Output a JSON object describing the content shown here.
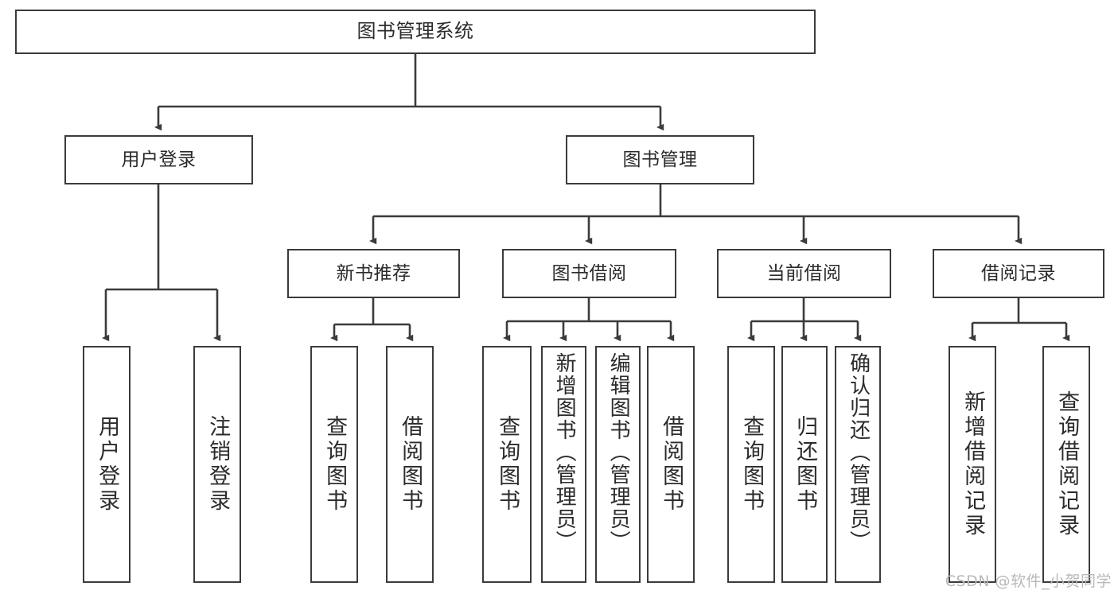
{
  "diagram": {
    "title": "图书管理系统",
    "type": "tree",
    "watermark": "CSDN @软件_小贺同学",
    "colors": {
      "stroke": "#3b3b3b",
      "fill": "#ffffff",
      "text": "#2b2b2b",
      "watermark": "#b9b9b9"
    },
    "nodes": {
      "root": {
        "label": "图书管理系统"
      },
      "level2": [
        {
          "id": "user-login",
          "label": "用户登录"
        },
        {
          "id": "book-management",
          "label": "图书管理"
        }
      ],
      "level3": [
        {
          "id": "new-book-recommend",
          "label": "新书推荐"
        },
        {
          "id": "book-borrow",
          "label": "图书借阅"
        },
        {
          "id": "current-borrow",
          "label": "当前借阅"
        },
        {
          "id": "borrow-record",
          "label": "借阅记录"
        }
      ],
      "leaves": {
        "user_login": [
          {
            "id": "leaf-user-login",
            "label": "用户登录"
          },
          {
            "id": "leaf-logout-login",
            "label": "注销登录"
          }
        ],
        "new_book_recommend": [
          {
            "id": "leaf-query-book-1",
            "label": "查询图书"
          },
          {
            "id": "leaf-borrow-book-1",
            "label": "借阅图书"
          }
        ],
        "book_borrow": [
          {
            "id": "leaf-query-book-2",
            "label": "查询图书"
          },
          {
            "id": "leaf-add-book",
            "label": "新增图书（管理员）"
          },
          {
            "id": "leaf-edit-book",
            "label": "编辑图书（管理员）"
          },
          {
            "id": "leaf-borrow-book-2",
            "label": "借阅图书"
          }
        ],
        "current_borrow": [
          {
            "id": "leaf-query-book-3",
            "label": "查询图书"
          },
          {
            "id": "leaf-return-book",
            "label": "归还图书"
          },
          {
            "id": "leaf-confirm-return",
            "label": "确认归还（管理员）"
          }
        ],
        "borrow_record": [
          {
            "id": "leaf-add-record",
            "label": "新增借阅记录"
          },
          {
            "id": "leaf-query-record",
            "label": "查询借阅记录"
          }
        ]
      }
    }
  }
}
